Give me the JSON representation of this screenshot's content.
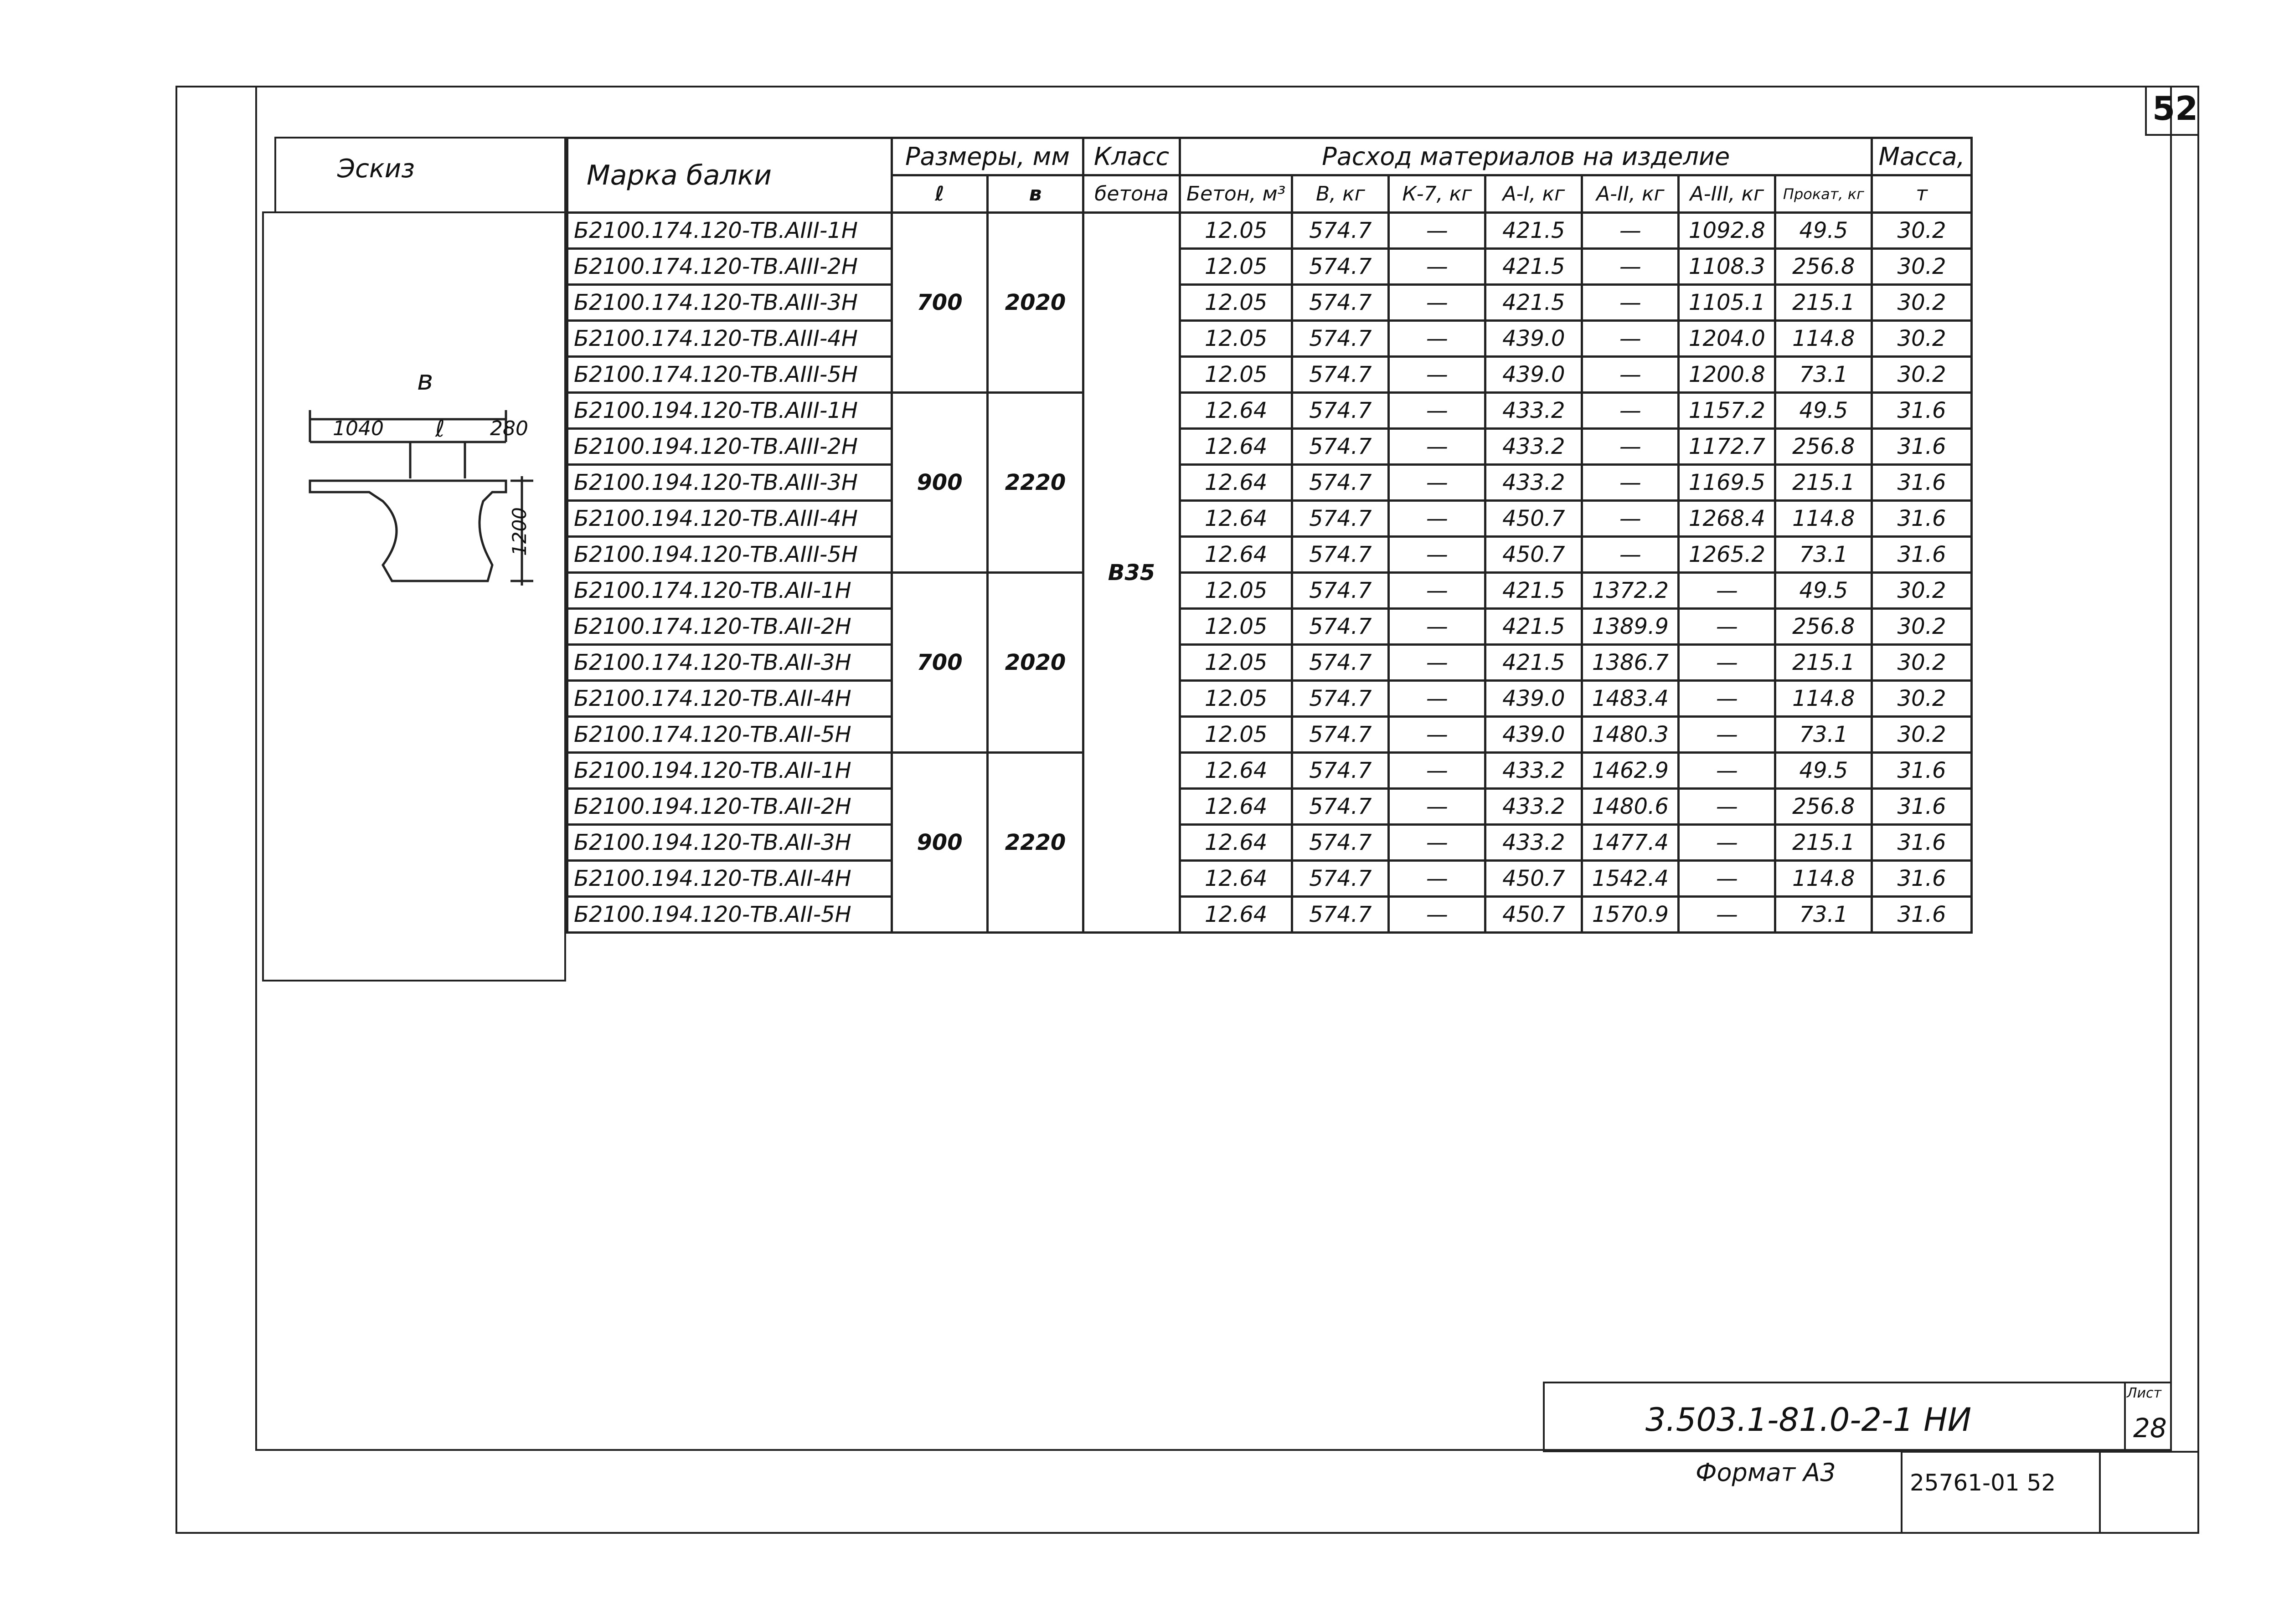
{
  "sheet_number": "52",
  "header": {
    "sketch": "Эскиз",
    "beam_mark": "Марка балки",
    "dimensions": "Размеры, мм",
    "dim_l": "ℓ",
    "dim_b": "в",
    "class_top": "Класс",
    "class_bottom": "бетона",
    "materials": "Расход материалов на изделие",
    "mat_columns": [
      "Бетон, м³",
      "В, кг",
      "К-7, кг",
      "А-I, кг",
      "А-II, кг",
      "А-III, кг",
      "Прокат, кг"
    ],
    "mass_top": "Масса,",
    "mass_bottom": "т"
  },
  "sketch_labels": {
    "b": "в",
    "left": "1040",
    "l": "ℓ",
    "right": "280",
    "height": "1200"
  },
  "groups": [
    {
      "l": "700",
      "b": "2020"
    },
    {
      "l": "900",
      "b": "2220"
    },
    {
      "l": "700",
      "b": "2020"
    },
    {
      "l": "900",
      "b": "2220"
    }
  ],
  "concrete_class": "В35",
  "rows": [
    {
      "mark": "Б2100.174.120-ТВ.АIII-1Н",
      "beton": "12.05",
      "b": "574.7",
      "k7": "—",
      "a1": "421.5",
      "a2": "—",
      "a3": "1092.8",
      "prokat": "49.5",
      "mass": "30.2"
    },
    {
      "mark": "Б2100.174.120-ТВ.АIII-2Н",
      "beton": "12.05",
      "b": "574.7",
      "k7": "—",
      "a1": "421.5",
      "a2": "—",
      "a3": "1108.3",
      "prokat": "256.8",
      "mass": "30.2"
    },
    {
      "mark": "Б2100.174.120-ТВ.АIII-3Н",
      "beton": "12.05",
      "b": "574.7",
      "k7": "—",
      "a1": "421.5",
      "a2": "—",
      "a3": "1105.1",
      "prokat": "215.1",
      "mass": "30.2"
    },
    {
      "mark": "Б2100.174.120-ТВ.АIII-4Н",
      "beton": "12.05",
      "b": "574.7",
      "k7": "—",
      "a1": "439.0",
      "a2": "—",
      "a3": "1204.0",
      "prokat": "114.8",
      "mass": "30.2"
    },
    {
      "mark": "Б2100.174.120-ТВ.АIII-5Н",
      "beton": "12.05",
      "b": "574.7",
      "k7": "—",
      "a1": "439.0",
      "a2": "—",
      "a3": "1200.8",
      "prokat": "73.1",
      "mass": "30.2"
    },
    {
      "mark": "Б2100.194.120-ТВ.АIII-1Н",
      "beton": "12.64",
      "b": "574.7",
      "k7": "—",
      "a1": "433.2",
      "a2": "—",
      "a3": "1157.2",
      "prokat": "49.5",
      "mass": "31.6"
    },
    {
      "mark": "Б2100.194.120-ТВ.АIII-2Н",
      "beton": "12.64",
      "b": "574.7",
      "k7": "—",
      "a1": "433.2",
      "a2": "—",
      "a3": "1172.7",
      "prokat": "256.8",
      "mass": "31.6"
    },
    {
      "mark": "Б2100.194.120-ТВ.АIII-3Н",
      "beton": "12.64",
      "b": "574.7",
      "k7": "—",
      "a1": "433.2",
      "a2": "—",
      "a3": "1169.5",
      "prokat": "215.1",
      "mass": "31.6"
    },
    {
      "mark": "Б2100.194.120-ТВ.АIII-4Н",
      "beton": "12.64",
      "b": "574.7",
      "k7": "—",
      "a1": "450.7",
      "a2": "—",
      "a3": "1268.4",
      "prokat": "114.8",
      "mass": "31.6"
    },
    {
      "mark": "Б2100.194.120-ТВ.АIII-5Н",
      "beton": "12.64",
      "b": "574.7",
      "k7": "—",
      "a1": "450.7",
      "a2": "—",
      "a3": "1265.2",
      "prokat": "73.1",
      "mass": "31.6"
    },
    {
      "mark": "Б2100.174.120-ТВ.АII-1Н",
      "beton": "12.05",
      "b": "574.7",
      "k7": "—",
      "a1": "421.5",
      "a2": "1372.2",
      "a3": "—",
      "prokat": "49.5",
      "mass": "30.2"
    },
    {
      "mark": "Б2100.174.120-ТВ.АII-2Н",
      "beton": "12.05",
      "b": "574.7",
      "k7": "—",
      "a1": "421.5",
      "a2": "1389.9",
      "a3": "—",
      "prokat": "256.8",
      "mass": "30.2"
    },
    {
      "mark": "Б2100.174.120-ТВ.АII-3Н",
      "beton": "12.05",
      "b": "574.7",
      "k7": "—",
      "a1": "421.5",
      "a2": "1386.7",
      "a3": "—",
      "prokat": "215.1",
      "mass": "30.2"
    },
    {
      "mark": "Б2100.174.120-ТВ.АII-4Н",
      "beton": "12.05",
      "b": "574.7",
      "k7": "—",
      "a1": "439.0",
      "a2": "1483.4",
      "a3": "—",
      "prokat": "114.8",
      "mass": "30.2"
    },
    {
      "mark": "Б2100.174.120-ТВ.АII-5Н",
      "beton": "12.05",
      "b": "574.7",
      "k7": "—",
      "a1": "439.0",
      "a2": "1480.3",
      "a3": "—",
      "prokat": "73.1",
      "mass": "30.2"
    },
    {
      "mark": "Б2100.194.120-ТВ.АII-1Н",
      "beton": "12.64",
      "b": "574.7",
      "k7": "—",
      "a1": "433.2",
      "a2": "1462.9",
      "a3": "—",
      "prokat": "49.5",
      "mass": "31.6"
    },
    {
      "mark": "Б2100.194.120-ТВ.АII-2Н",
      "beton": "12.64",
      "b": "574.7",
      "k7": "—",
      "a1": "433.2",
      "a2": "1480.6",
      "a3": "—",
      "prokat": "256.8",
      "mass": "31.6"
    },
    {
      "mark": "Б2100.194.120-ТВ.АII-3Н",
      "beton": "12.64",
      "b": "574.7",
      "k7": "—",
      "a1": "433.2",
      "a2": "1477.4",
      "a3": "—",
      "prokat": "215.1",
      "mass": "31.6"
    },
    {
      "mark": "Б2100.194.120-ТВ.АII-4Н",
      "beton": "12.64",
      "b": "574.7",
      "k7": "—",
      "a1": "450.7",
      "a2": "1542.4",
      "a3": "—",
      "prokat": "114.8",
      "mass": "31.6"
    },
    {
      "mark": "Б2100.194.120-ТВ.АII-5Н",
      "beton": "12.64",
      "b": "574.7",
      "k7": "—",
      "a1": "450.7",
      "a2": "1570.9",
      "a3": "—",
      "prokat": "73.1",
      "mass": "31.6"
    }
  ],
  "title_block": {
    "code": "3.503.1-81.0-2-1 НИ",
    "list_label": "Лист",
    "list_value": "28"
  },
  "footer": {
    "format": "Формат А3",
    "archive": "25761-01  52"
  }
}
